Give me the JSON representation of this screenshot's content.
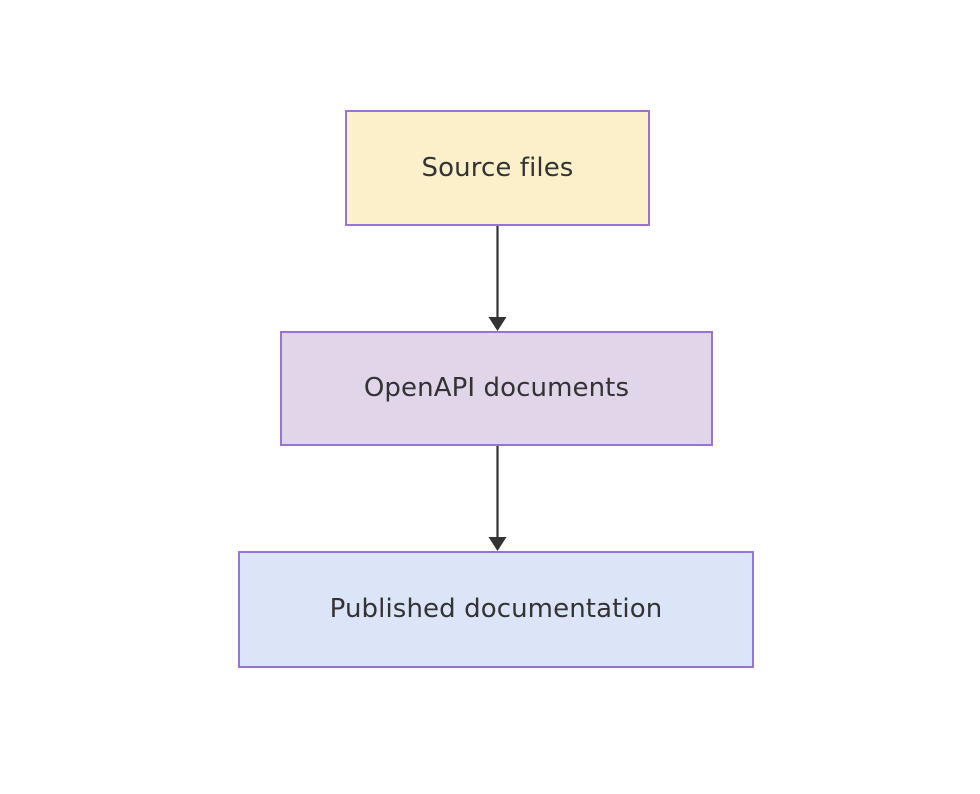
{
  "diagram": {
    "type": "flowchart",
    "direction": "top-to-bottom",
    "background_color": "#ffffff",
    "title": "",
    "nodes": [
      {
        "id": "source-files",
        "label": "Source files",
        "shape": "rectangle",
        "fill_color": "#fbf0ca",
        "border_color": "#9673d4",
        "text_color": "#333333"
      },
      {
        "id": "openapi-documents",
        "label": "OpenAPI documents",
        "shape": "rectangle",
        "fill_color": "#e1d5ea",
        "border_color": "#9673d4",
        "text_color": "#333333"
      },
      {
        "id": "published-documentation",
        "label": "Published documentation",
        "shape": "rectangle",
        "fill_color": "#dce4f8",
        "border_color": "#9673d4",
        "text_color": "#333333"
      }
    ],
    "edges": [
      {
        "id": "edge-source-to-openapi",
        "from": "source-files",
        "to": "openapi-documents",
        "label": "",
        "arrowhead": "filled-triangle",
        "color": "#333333"
      },
      {
        "id": "edge-openapi-to-published",
        "from": "openapi-documents",
        "to": "published-documentation",
        "label": "",
        "arrowhead": "filled-triangle",
        "color": "#333333"
      }
    ]
  }
}
